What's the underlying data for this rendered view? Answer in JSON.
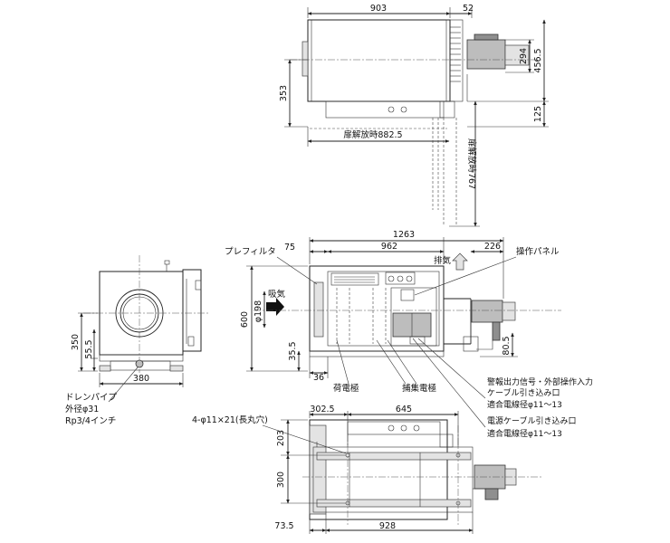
{
  "top_view": {
    "dim_width": "903",
    "dim_right": "52",
    "dim_height": "353",
    "dim_motor_294": "294",
    "dim_motor_456": "456.5",
    "dim_125": "125",
    "door_open_horizontal": "扉解放時882.5",
    "door_open_vertical": "扉解放時767"
  },
  "front_view": {
    "dim_total": "1263",
    "dim_left": "75",
    "dim_center": "962",
    "dim_right": "226",
    "dim_height": "600",
    "dim_35_5": "35.5",
    "dim_36": "36",
    "dim_80_5": "80.5",
    "duct_dia": "φ198",
    "intake_label": "吸気",
    "exhaust_label": "排気",
    "prefilter_label": "プレフィルタ",
    "panel_label": "操作パネル",
    "charge_electrode": "荷電極",
    "collect_electrode": "捕集電極",
    "signal_entry_1": "警報出力信号・外部操作入力",
    "signal_entry_2": "ケーブル引き込み口",
    "signal_cable": "適合電線径φ11～13",
    "power_entry": "電源ケーブル引き込み口",
    "power_cable": "適合電線径φ11～13"
  },
  "side_view": {
    "dim_350": "350",
    "dim_55_5": "55.5",
    "dim_380": "380",
    "drain_1": "ドレンパイプ",
    "drain_2": "外径φ31",
    "drain_3": "Rp3/4インチ"
  },
  "bottom_view": {
    "dim_302_5": "302.5",
    "dim_645": "645",
    "dim_203": "203",
    "dim_300": "300",
    "dim_73_5": "73.5",
    "dim_928": "928",
    "hole_label": "4-φ11×21(長丸穴)"
  }
}
